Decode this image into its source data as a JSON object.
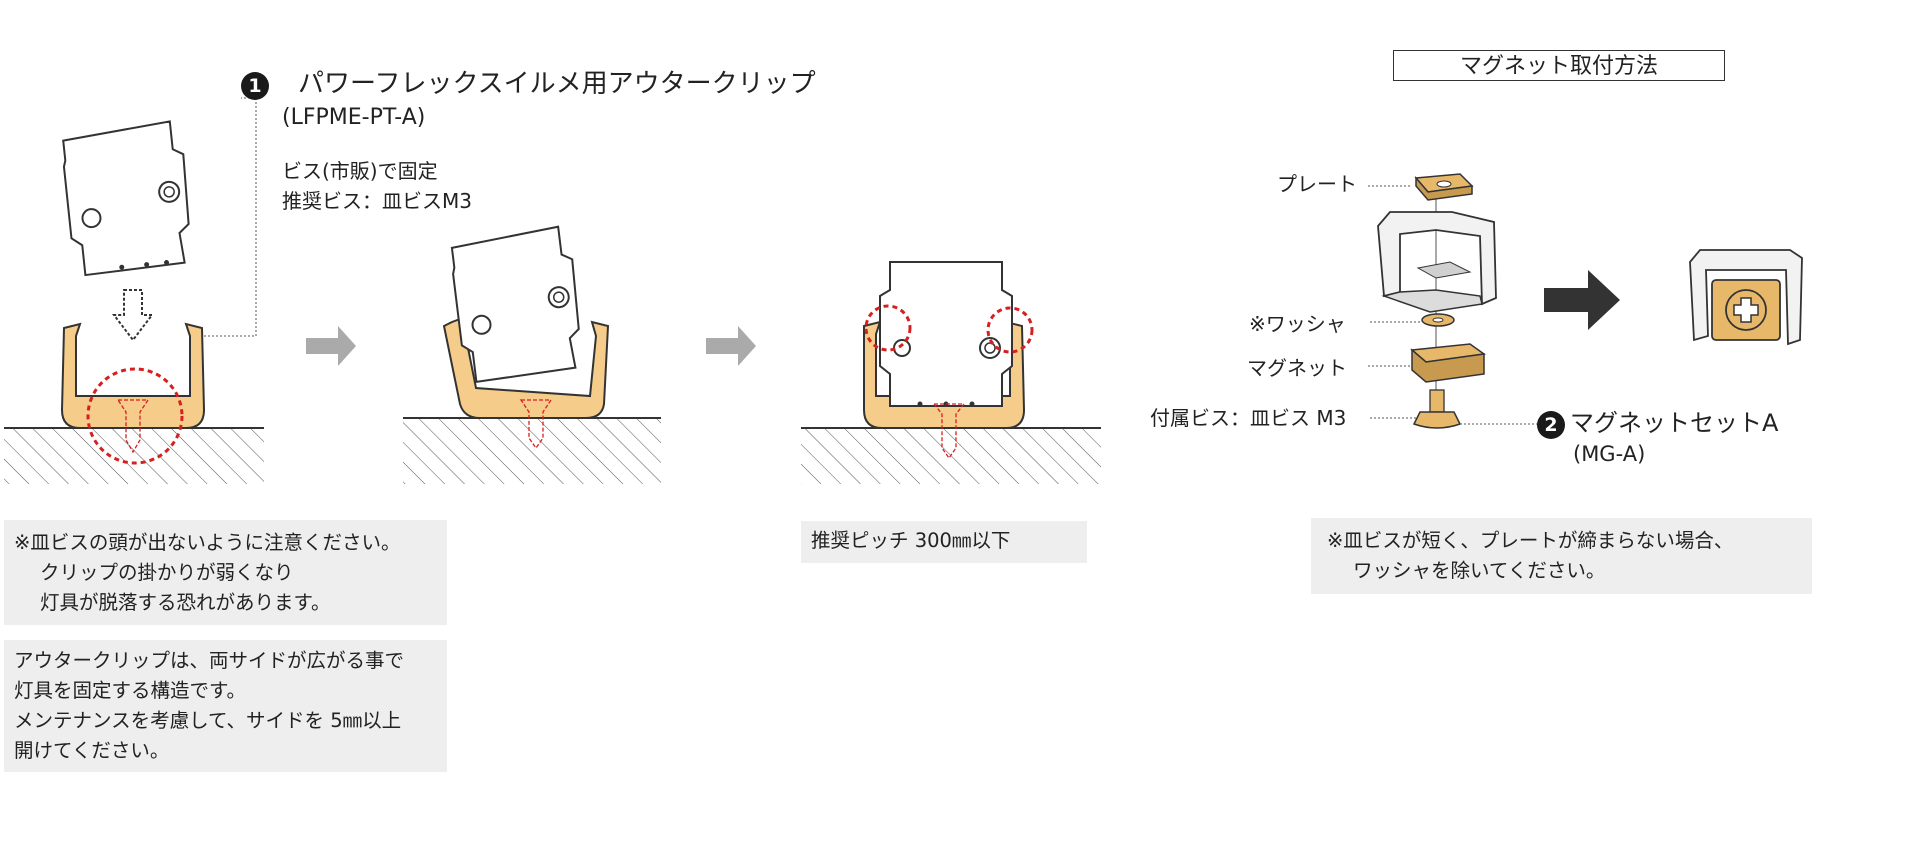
{
  "clip": {
    "badge": "1",
    "title": "パワーフレックスイルメ用アウタークリップ",
    "code": "(LFPME-PT-A)",
    "fix_line1": "ビス(市販)で固定",
    "fix_line2": "推奨ビス：皿ビスM3"
  },
  "magnet_method": {
    "title": "マグネット取付方法",
    "plate_label": "プレート",
    "washer_label": "※ワッシャ",
    "magnet_label": "マグネット",
    "screw_label": "付属ビス：皿ビス M3",
    "kit_badge": "2",
    "kit_name": "マグネットセットA",
    "kit_code": "(MG-A)"
  },
  "notes": {
    "screw_head": [
      "※皿ビスの頭が出ないように注意ください。",
      "クリップの掛かりが弱くなり",
      "灯具が脱落する恐れがあります。"
    ],
    "structure": [
      "アウタークリップは、両サイドが広がる事で",
      "灯具を固定する構造です。",
      "メンテナンスを考慮して、サイドを 5㎜以上",
      "開けてください。"
    ],
    "pitch": "推奨ピッチ 300㎜以下",
    "washer": [
      "※皿ビスが短く、プレートが締まらない場合、",
      "ワッシャを除いてください。"
    ]
  },
  "colors": {
    "clip_fill": "#f5cc8a",
    "brass": "#e8b86a",
    "highlight_red": "#d62020",
    "arrow_gray": "#aaaaaa",
    "note_bg": "#eeeeee"
  }
}
